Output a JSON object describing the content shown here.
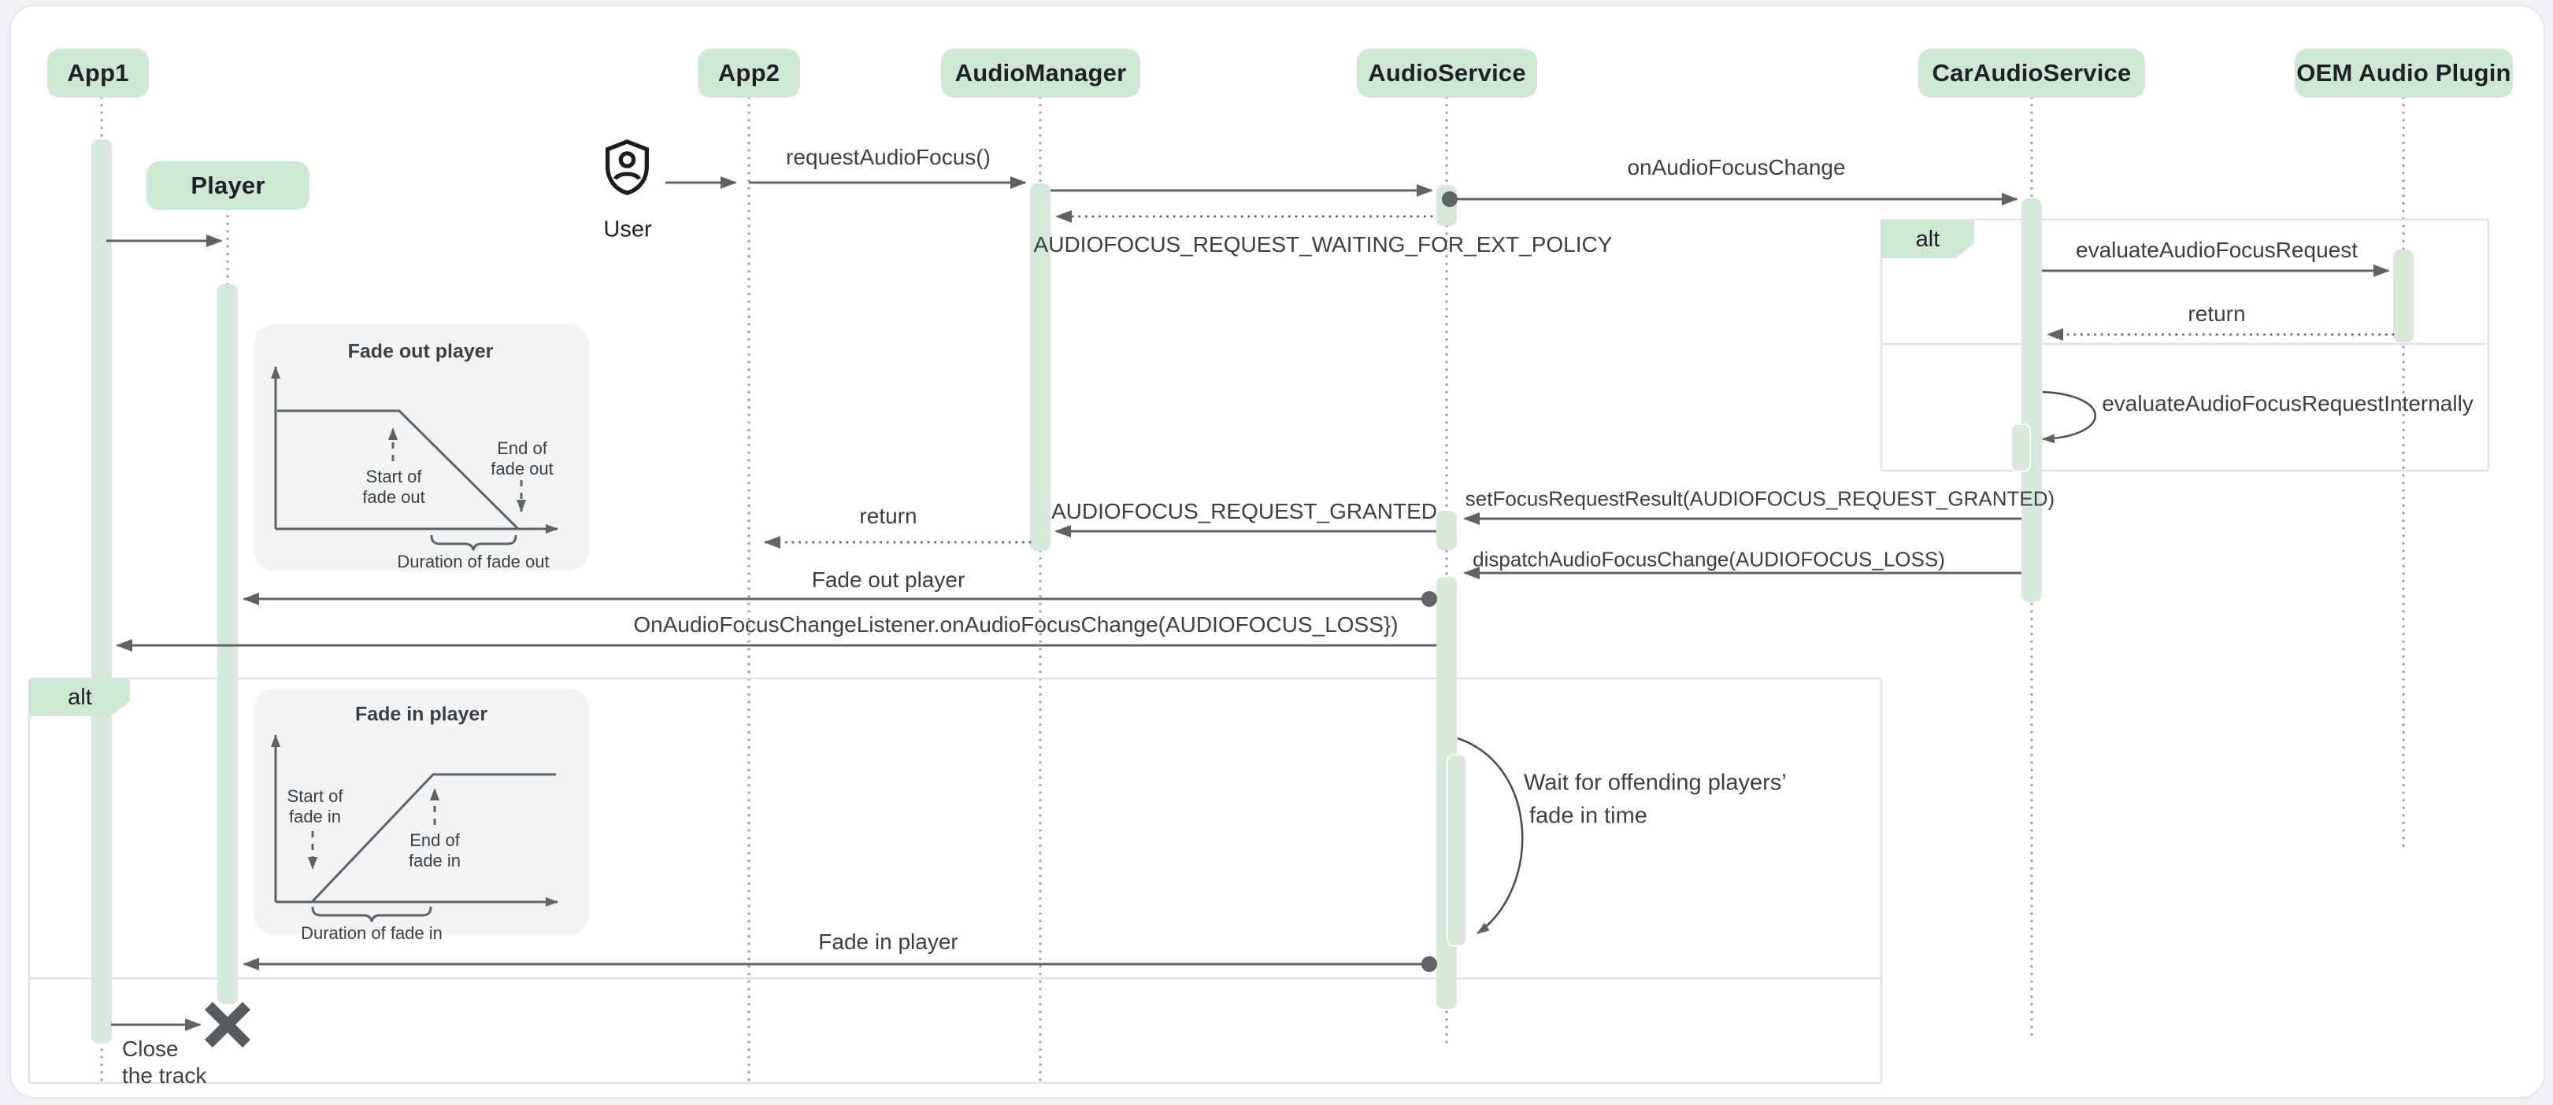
{
  "page": {
    "background": "#eef0f3",
    "card_background": "#ffffff"
  },
  "colors": {
    "participant_green": "#cfe8d4",
    "activation_green": "#d6e8da",
    "arrow_gray": "#5f6368",
    "label_gray": "#3c4043",
    "lifeline_gray": "#9aa0a6",
    "fragment_border": "#dfe1e5",
    "inset_background": "#f1f3f4"
  },
  "participants": {
    "app1": "App1",
    "player": "Player",
    "app2": "App2",
    "audio_manager": "AudioManager",
    "audio_service": "AudioService",
    "car_audio_service": "CarAudioService",
    "oem_audio_plugin": "OEM Audio Plugin"
  },
  "actor": {
    "label": "User",
    "icon": "shield-person-icon"
  },
  "fragments": {
    "policy_alt": "alt",
    "fade_alt": "alt"
  },
  "messages": {
    "request_audio_focus": "requestAudioFocus()",
    "on_audio_focus_change": "onAudioFocusChange",
    "waiting_ext_policy": "AUDIOFOCUS_REQUEST_WAITING_FOR_EXT_POLICY",
    "evaluate_request": "evaluateAudioFocusRequest",
    "evaluate_return": "return",
    "evaluate_internal": "evaluateAudioFocusRequestInternally",
    "set_focus_result": "setFocusRequestResult(AUDIOFOCUS_REQUEST_GRANTED)",
    "request_granted": "AUDIOFOCUS_REQUEST_GRANTED",
    "manager_return": "return",
    "dispatch_change": "dispatchAudioFocusChange(AUDIOFOCUS_LOSS)",
    "fade_out_player": "Fade out player",
    "on_focus_loss": "OnAudioFocusChangeListener.onAudioFocusChange(AUDIOFOCUS_LOSS})",
    "wait_line1": "Wait for offending players’",
    "wait_line2": "fade in time",
    "fade_in_player": "Fade in player",
    "close_line1": "Close",
    "close_line2": "the track"
  },
  "fade_out_inset": {
    "title": "Fade out player",
    "start_line1": "Start of",
    "start_line2": "fade out",
    "end_line1": "End of",
    "end_line2": "fade out",
    "duration": "Duration of fade out"
  },
  "fade_in_inset": {
    "title": "Fade in player",
    "start_line1": "Start of",
    "start_line2": "fade in",
    "end_line1": "End of",
    "end_line2": "fade in",
    "duration": "Duration of fade in"
  }
}
